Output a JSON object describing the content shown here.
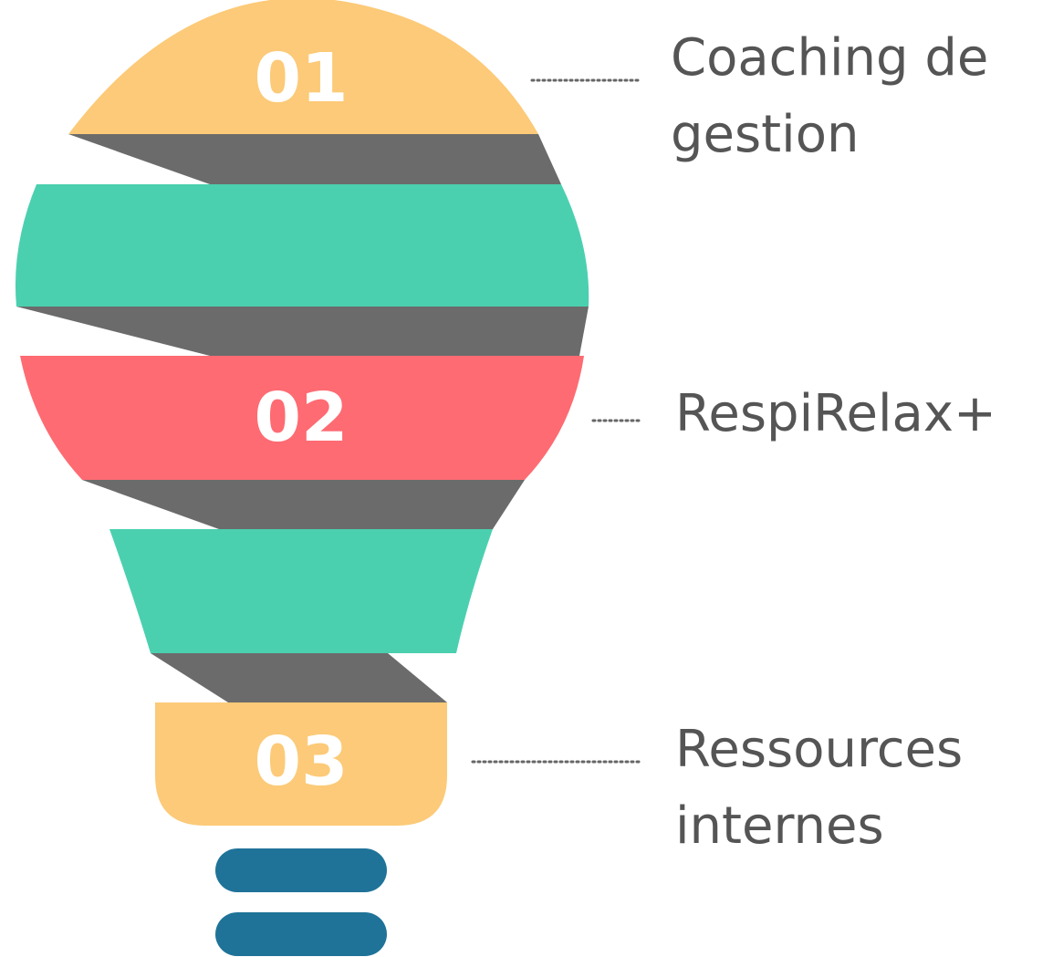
{
  "colors": {
    "yellow": "#FCCA78",
    "teal": "#4BD0AF",
    "coral": "#FE6B72",
    "gray": "#6B6B6B",
    "base": "#1F7399",
    "text": "#555555",
    "dots": "#666666"
  },
  "steps": [
    {
      "number": "01",
      "label_line1": "Coaching de",
      "label_line2": "gestion"
    },
    {
      "number": "02",
      "label_line1": "RespiRelax+",
      "label_line2": ""
    },
    {
      "number": "03",
      "label_line1": "Ressources",
      "label_line2": "internes"
    }
  ]
}
